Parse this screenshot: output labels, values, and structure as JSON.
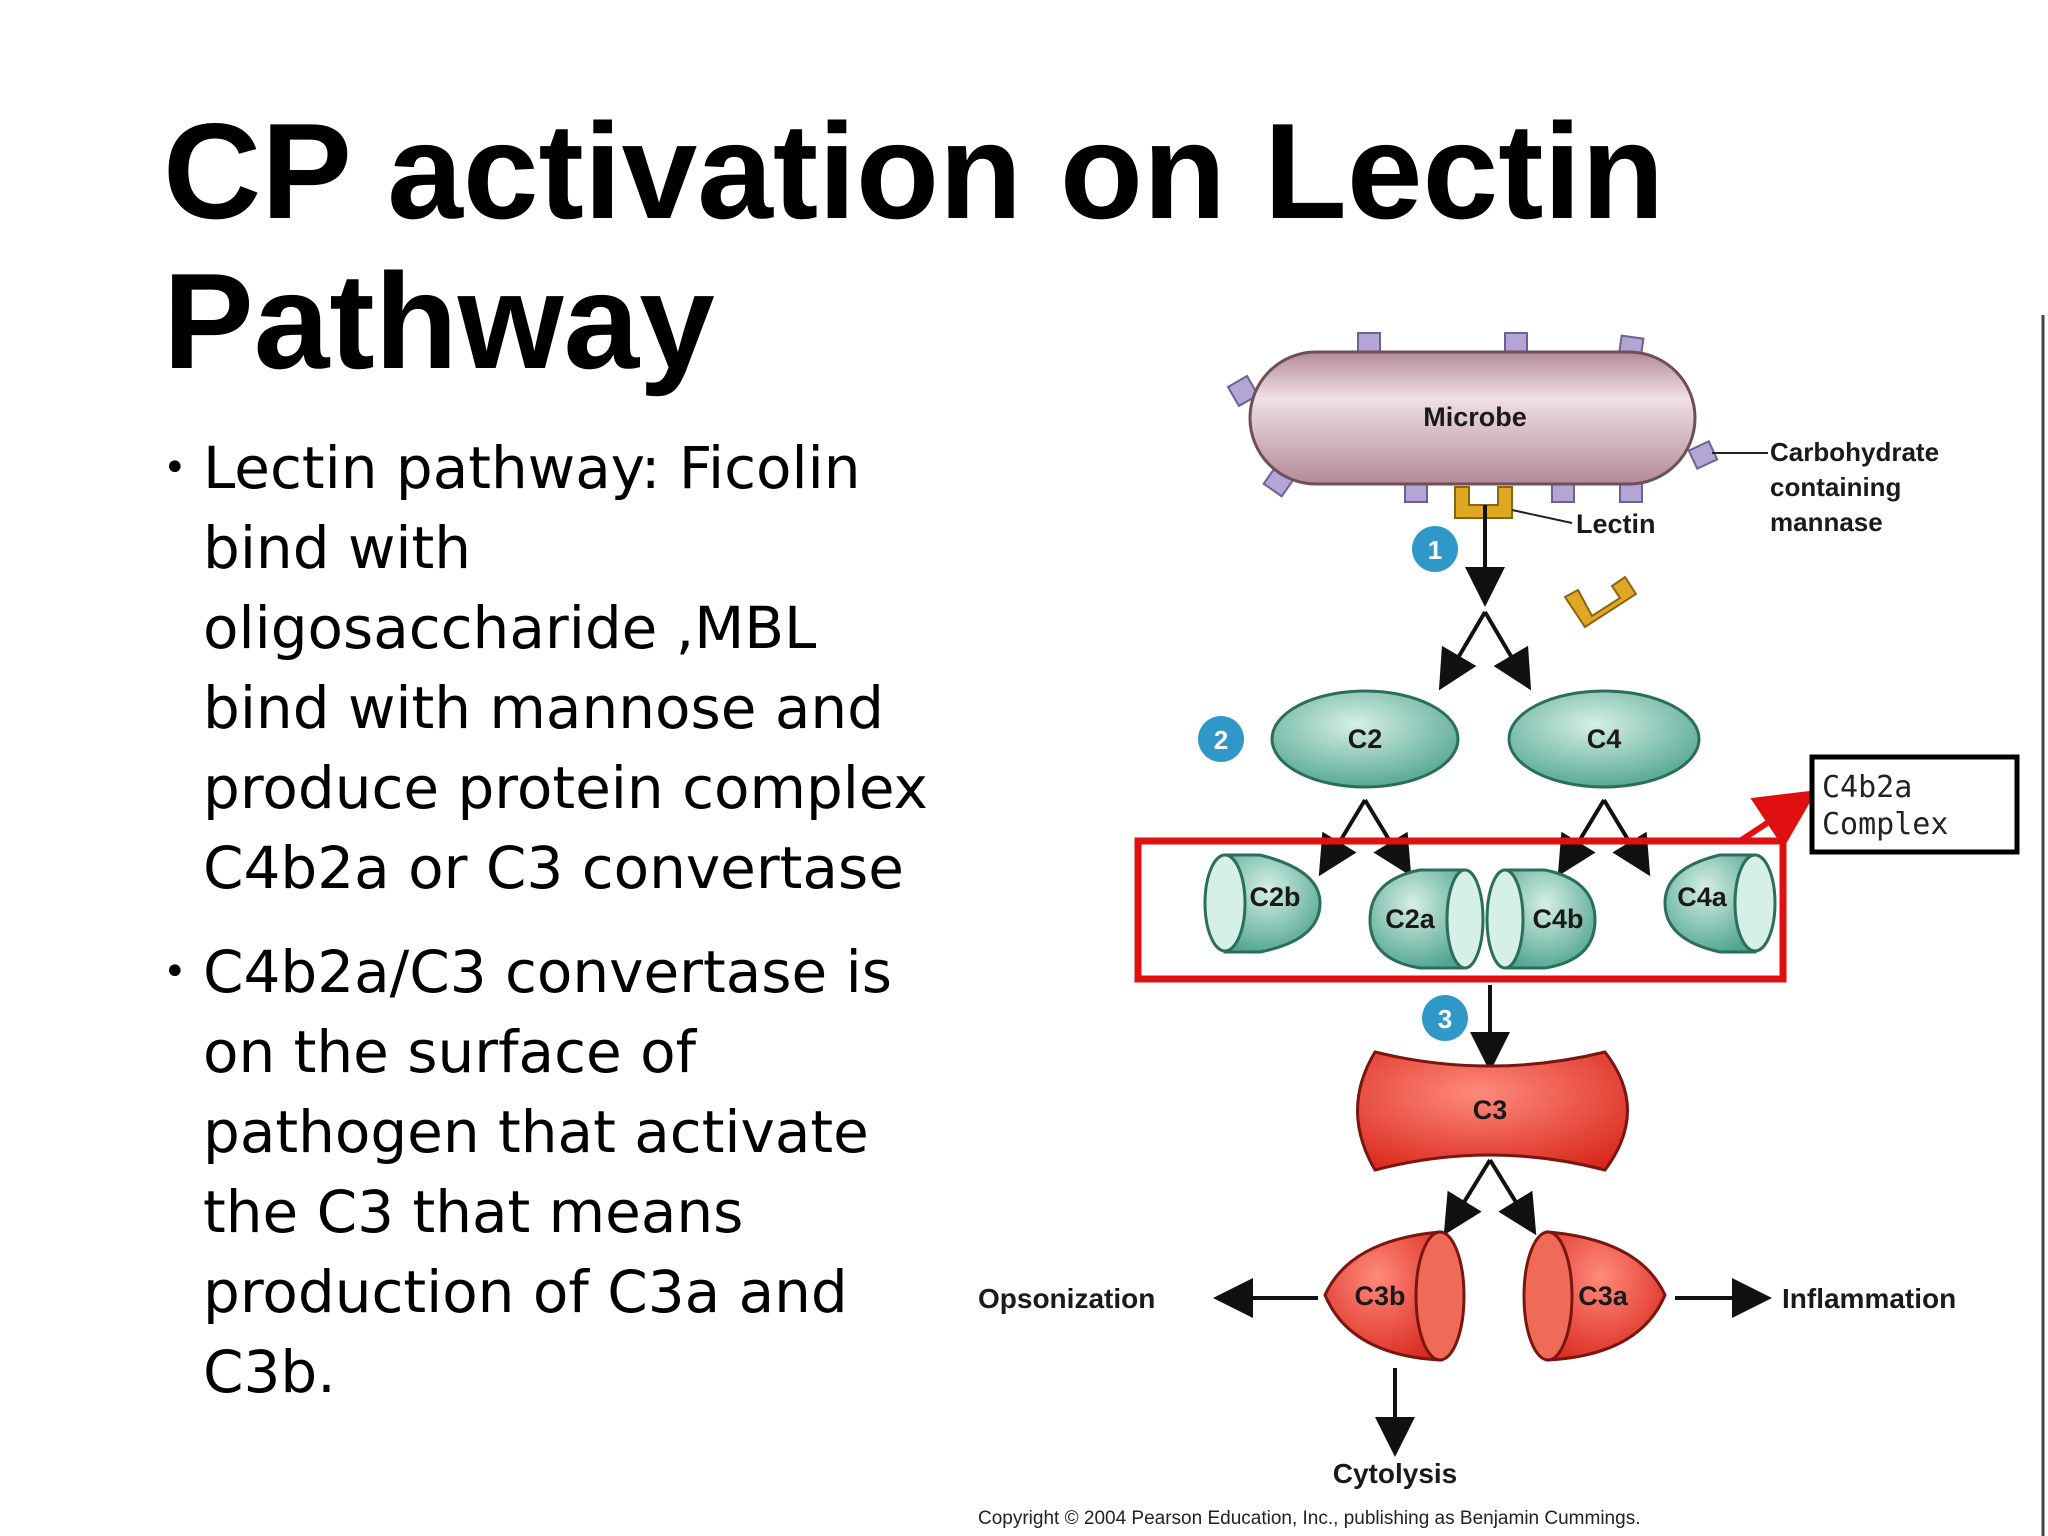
{
  "title": "CP activation on Lectin Pathway",
  "bullets": [
    "Lectin pathway: Ficolin bind with oligosaccharide ,MBL bind with mannose and produce protein complex C4b2a or C3 convertase",
    "C4b2a/C3 convertase is on the surface  of pathogen that activate the C3 that means production of C3a and C3b."
  ],
  "diagram": {
    "microbe": "Microbe",
    "carbohydrate": [
      "Carbohydrate",
      "containing",
      "mannase"
    ],
    "lectin": "Lectin",
    "steps": [
      "1",
      "2",
      "3"
    ],
    "c2": "C2",
    "c4": "C4",
    "c2b": "C2b",
    "c2a": "C2a",
    "c4b": "C4b",
    "c4a": "C4a",
    "complex_label": [
      "C4b2a",
      "Complex"
    ],
    "c3": "C3",
    "c3b": "C3b",
    "c3a": "C3a",
    "opsonization": "Opsonization",
    "inflammation": "Inflammation",
    "cytolysis": "Cytolysis",
    "copyright": "Copyright © 2004 Pearson Education, Inc., publishing as Benjamin Cummings."
  },
  "colors": {
    "microbe": "#c9a3ae",
    "receptor": "#b3a5d6",
    "lectin": "#e0a822",
    "complement_green": "#6fbfa8",
    "c3_red": "#e53b2a",
    "step_badge": "#2f98c9",
    "highlight_box": "#e01010"
  }
}
